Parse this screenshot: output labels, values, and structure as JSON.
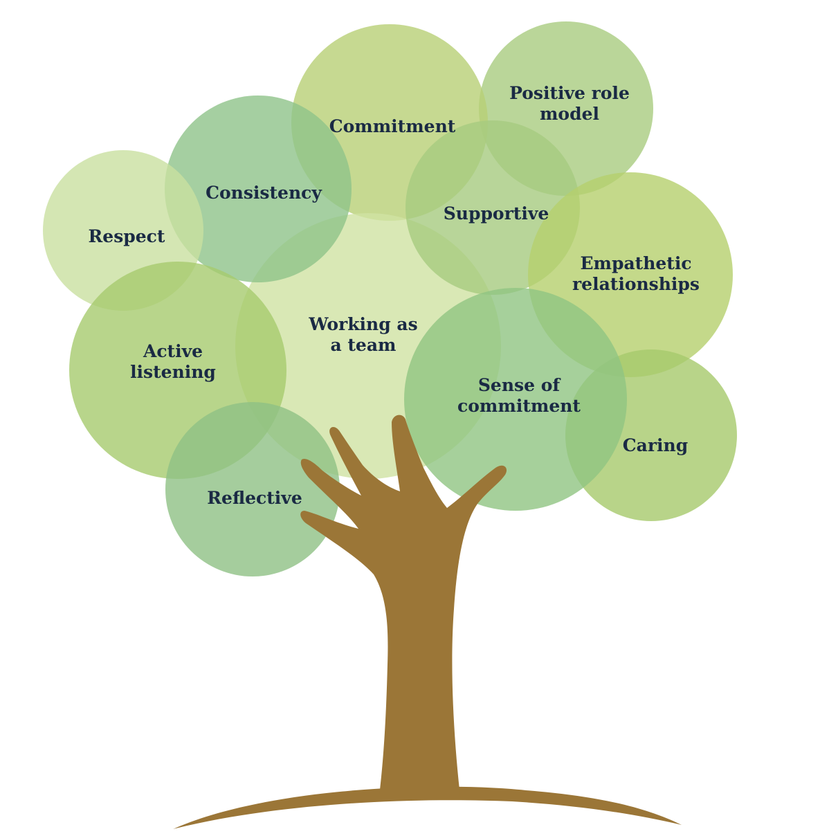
{
  "colors": {
    "trunk": "#9b7637",
    "label": "#1a2a44",
    "background": "#ffffff"
  },
  "leaves": [
    {
      "id": "positive-role-model",
      "lines": [
        "Positive role",
        "model"
      ],
      "color": "#a9cc80"
    },
    {
      "id": "commitment",
      "lines": [
        "Commitment"
      ],
      "color": "#b8d075"
    },
    {
      "id": "working-as-a-team",
      "lines": [
        "Working as",
        "a team"
      ],
      "color": "#cfe2a2"
    },
    {
      "id": "supportive",
      "lines": [
        "Supportive"
      ],
      "color": "#a6cb7f"
    },
    {
      "id": "consistency",
      "lines": [
        "Consistency"
      ],
      "color": "#8ec38a"
    },
    {
      "id": "respect",
      "lines": [
        "Respect"
      ],
      "color": "#c9e0a0"
    },
    {
      "id": "empathetic-relationships",
      "lines": [
        "Empathetic",
        "relationships"
      ],
      "color": "#b5d06d"
    },
    {
      "id": "active-listening",
      "lines": [
        "Active",
        "listening"
      ],
      "color": "#a6ca6e"
    },
    {
      "id": "caring",
      "lines": [
        "Caring"
      ],
      "color": "#a6c96c"
    },
    {
      "id": "sense-of-commitment",
      "lines": [
        "Sense of",
        "commitment"
      ],
      "color": "#90c482"
    },
    {
      "id": "reflective",
      "lines": [
        "Reflective"
      ],
      "color": "#8ec184"
    }
  ]
}
